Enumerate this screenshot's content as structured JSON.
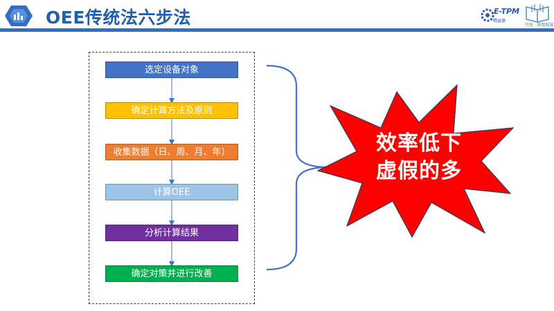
{
  "header": {
    "title": "OEE传统法六步法",
    "tpm_logo_text": "E-TPM",
    "tpm_logo_sub": "精益德",
    "brand_sub": "开放 · 群智赋能"
  },
  "steps": [
    {
      "label": "选定设备对象",
      "color": "#4472c4"
    },
    {
      "label": "确定计算方法及原则",
      "color": "#ffc000"
    },
    {
      "label": "收集数据（日、周、月、年）",
      "color": "#ed7d31"
    },
    {
      "label": "计算OEE",
      "color": "#9dc3e6"
    },
    {
      "label": "分析计算结果",
      "color": "#7030a0"
    },
    {
      "label": "确定对策并进行改善",
      "color": "#00b050"
    }
  ],
  "callout": {
    "line1": "效率低下",
    "line2": "虚假的多",
    "color": "#ff0000"
  }
}
